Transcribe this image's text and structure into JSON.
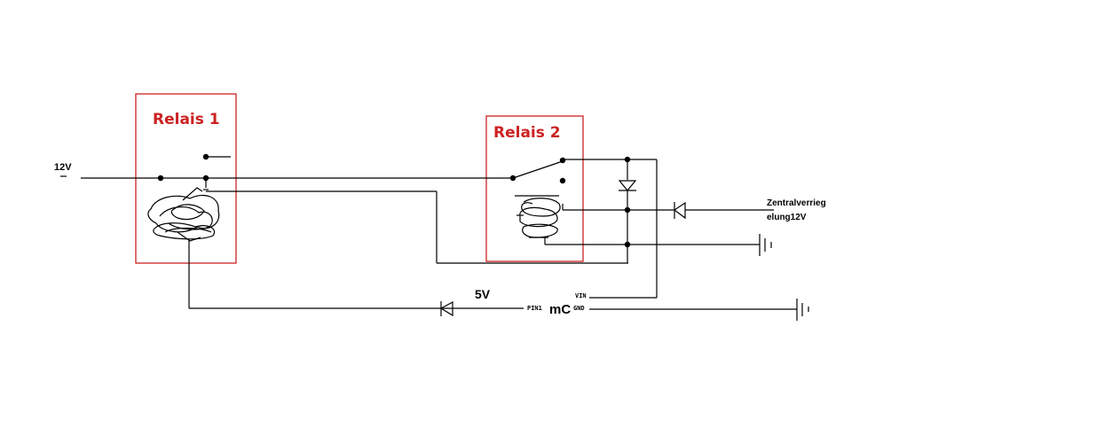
{
  "relay1": {
    "title": "Relais 1"
  },
  "relay2": {
    "title": "Relais 2"
  },
  "supply": {
    "label": "12V"
  },
  "lock": {
    "label_line1": "Zentralverrieg",
    "label_line2": "elung12V"
  },
  "signal": {
    "label": "5V"
  },
  "mcu": {
    "label": "mC",
    "pin1": "PIN1",
    "vin": "VIN",
    "gnd": "GND"
  },
  "colors": {
    "box": "#cc2222",
    "wire": "#000000",
    "relay_title": "#cc2222"
  }
}
